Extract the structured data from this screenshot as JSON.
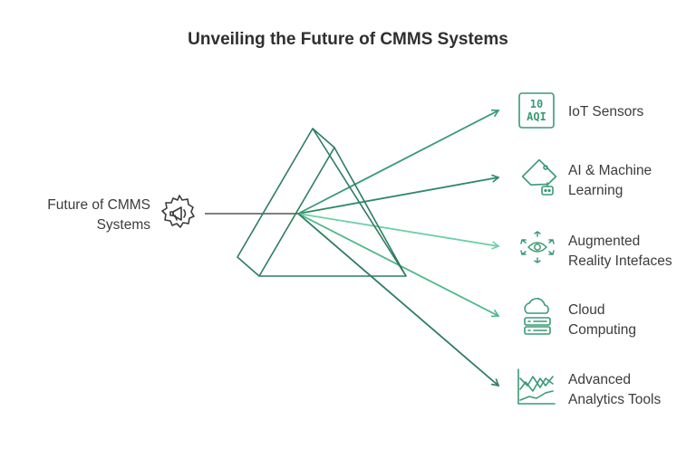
{
  "title": "Unveiling the Future of CMMS Systems",
  "source": {
    "label_line1": "Future of CMMS",
    "label_line2": "Systems",
    "icon": "megaphone-gear-icon"
  },
  "items": [
    {
      "line1": "IoT Sensors",
      "line2": "",
      "icon": "aqi-sensor-icon",
      "icon_text_top": "10",
      "icon_text_bottom": "AQI"
    },
    {
      "line1": "AI & Machine",
      "line2": "Learning",
      "icon": "robot-tag-icon"
    },
    {
      "line1": "Augmented",
      "line2": "Reality Intefaces",
      "icon": "ar-eye-icon"
    },
    {
      "line1": "Cloud",
      "line2": "Computing",
      "icon": "cloud-server-icon"
    },
    {
      "line1": "Advanced",
      "line2": "Analytics Tools",
      "icon": "analytics-chart-icon"
    }
  ],
  "colors": {
    "ray_1": "#3a9a75",
    "ray_2": "#2f8a68",
    "ray_3": "#6cd0a6",
    "ray_4": "#4db888",
    "ray_5": "#2e7d60",
    "prism": "#2e7d60",
    "icon": "#3a9a75",
    "source_line": "#555555"
  }
}
